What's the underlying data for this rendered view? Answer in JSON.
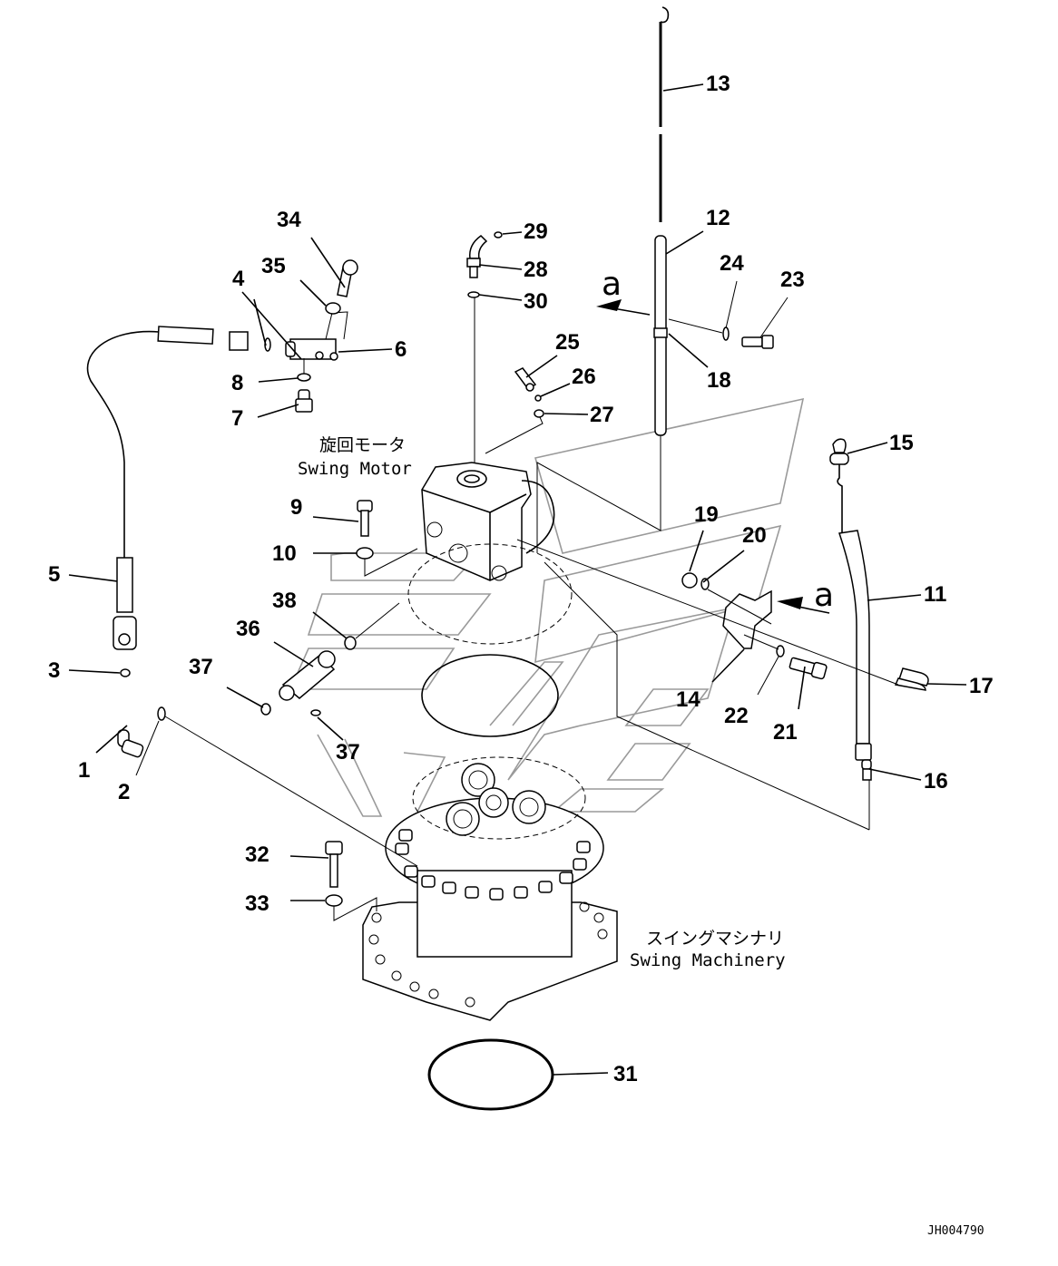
{
  "diagram": {
    "title_jp_motor": "旋回モータ",
    "title_en_motor": "Swing Motor",
    "title_jp_machinery": "スイングマシナリ",
    "title_en_machinery": "Swing Machinery",
    "view_arrow_label": "a",
    "document_id": "JH004790",
    "colors": {
      "line": "#000000",
      "watermark": "#9a9a9a",
      "background": "#ffffff"
    },
    "callouts": [
      {
        "id": "c1",
        "text": "1"
      },
      {
        "id": "c2",
        "text": "2"
      },
      {
        "id": "c3",
        "text": "3"
      },
      {
        "id": "c4",
        "text": "4"
      },
      {
        "id": "c5",
        "text": "5"
      },
      {
        "id": "c6",
        "text": "6"
      },
      {
        "id": "c7",
        "text": "7"
      },
      {
        "id": "c8",
        "text": "8"
      },
      {
        "id": "c9",
        "text": "9"
      },
      {
        "id": "c10",
        "text": "10"
      },
      {
        "id": "c11",
        "text": "11"
      },
      {
        "id": "c12",
        "text": "12"
      },
      {
        "id": "c13",
        "text": "13"
      },
      {
        "id": "c14",
        "text": "14"
      },
      {
        "id": "c15",
        "text": "15"
      },
      {
        "id": "c16",
        "text": "16"
      },
      {
        "id": "c17",
        "text": "17"
      },
      {
        "id": "c18",
        "text": "18"
      },
      {
        "id": "c19",
        "text": "19"
      },
      {
        "id": "c20",
        "text": "20"
      },
      {
        "id": "c21",
        "text": "21"
      },
      {
        "id": "c22",
        "text": "22"
      },
      {
        "id": "c23",
        "text": "23"
      },
      {
        "id": "c24",
        "text": "24"
      },
      {
        "id": "c25",
        "text": "25"
      },
      {
        "id": "c26",
        "text": "26"
      },
      {
        "id": "c27",
        "text": "27"
      },
      {
        "id": "c28",
        "text": "28"
      },
      {
        "id": "c29",
        "text": "29"
      },
      {
        "id": "c30",
        "text": "30"
      },
      {
        "id": "c31",
        "text": "31"
      },
      {
        "id": "c32",
        "text": "32"
      },
      {
        "id": "c33",
        "text": "33"
      },
      {
        "id": "c34",
        "text": "34"
      },
      {
        "id": "c35",
        "text": "35"
      },
      {
        "id": "c36",
        "text": "36"
      },
      {
        "id": "c37a",
        "text": "37"
      },
      {
        "id": "c37b",
        "text": "37"
      },
      {
        "id": "c38",
        "text": "38"
      }
    ]
  }
}
